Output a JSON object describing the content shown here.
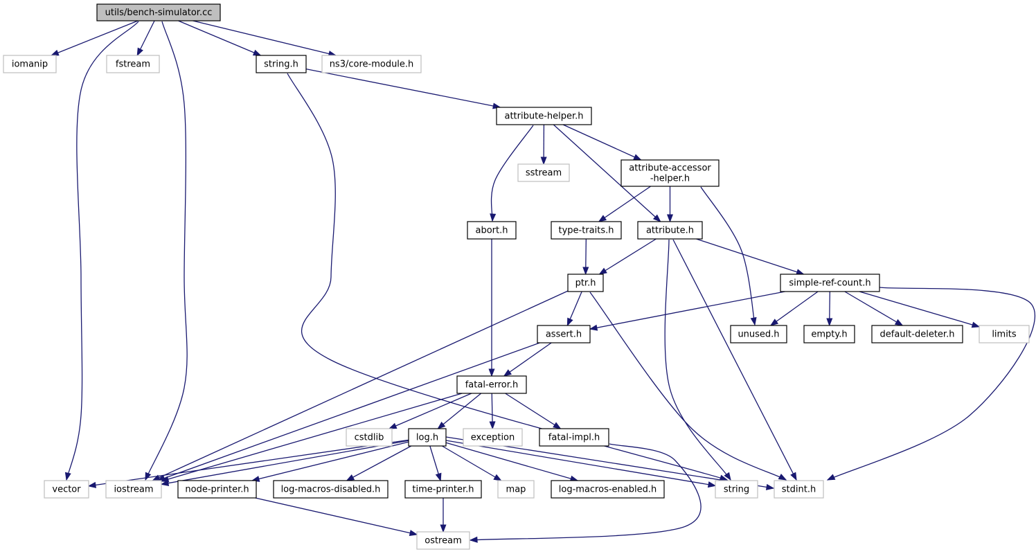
{
  "graph": {
    "colors": {
      "edge": "#191970",
      "node_border": "#000000",
      "external_border": "#bfbfbf",
      "root_fill": "#bfbfbf",
      "background": "#ffffff"
    },
    "nodes": [
      {
        "id": "bench",
        "lines": [
          "utils/bench-simulator.cc"
        ],
        "kind": "root"
      },
      {
        "id": "iomanip",
        "lines": [
          "iomanip"
        ],
        "kind": "external"
      },
      {
        "id": "fstream",
        "lines": [
          "fstream"
        ],
        "kind": "external"
      },
      {
        "id": "string_h",
        "lines": [
          "string.h"
        ],
        "kind": "file"
      },
      {
        "id": "ns3core",
        "lines": [
          "ns3/core-module.h"
        ],
        "kind": "external"
      },
      {
        "id": "attr_helper",
        "lines": [
          "attribute-helper.h"
        ],
        "kind": "file"
      },
      {
        "id": "sstream",
        "lines": [
          "sstream"
        ],
        "kind": "external"
      },
      {
        "id": "attr_acc",
        "lines": [
          "attribute-accessor",
          "-helper.h"
        ],
        "kind": "file"
      },
      {
        "id": "abort",
        "lines": [
          "abort.h"
        ],
        "kind": "file"
      },
      {
        "id": "type_traits",
        "lines": [
          "type-traits.h"
        ],
        "kind": "file"
      },
      {
        "id": "attribute",
        "lines": [
          "attribute.h"
        ],
        "kind": "file"
      },
      {
        "id": "ptr",
        "lines": [
          "ptr.h"
        ],
        "kind": "file"
      },
      {
        "id": "simple_ref",
        "lines": [
          "simple-ref-count.h"
        ],
        "kind": "file"
      },
      {
        "id": "assert",
        "lines": [
          "assert.h"
        ],
        "kind": "file"
      },
      {
        "id": "unused",
        "lines": [
          "unused.h"
        ],
        "kind": "file"
      },
      {
        "id": "empty",
        "lines": [
          "empty.h"
        ],
        "kind": "file"
      },
      {
        "id": "default_del",
        "lines": [
          "default-deleter.h"
        ],
        "kind": "file"
      },
      {
        "id": "limits",
        "lines": [
          "limits"
        ],
        "kind": "external"
      },
      {
        "id": "fatal_error",
        "lines": [
          "fatal-error.h"
        ],
        "kind": "file"
      },
      {
        "id": "cstdlib",
        "lines": [
          "cstdlib"
        ],
        "kind": "external"
      },
      {
        "id": "log",
        "lines": [
          "log.h"
        ],
        "kind": "file"
      },
      {
        "id": "exception",
        "lines": [
          "exception"
        ],
        "kind": "external"
      },
      {
        "id": "fatal_impl",
        "lines": [
          "fatal-impl.h"
        ],
        "kind": "file"
      },
      {
        "id": "vector",
        "lines": [
          "vector"
        ],
        "kind": "external"
      },
      {
        "id": "iostream",
        "lines": [
          "iostream"
        ],
        "kind": "external"
      },
      {
        "id": "node_printer",
        "lines": [
          "node-printer.h"
        ],
        "kind": "file"
      },
      {
        "id": "log_dis",
        "lines": [
          "log-macros-disabled.h"
        ],
        "kind": "file"
      },
      {
        "id": "time_printer",
        "lines": [
          "time-printer.h"
        ],
        "kind": "file"
      },
      {
        "id": "map",
        "lines": [
          "map"
        ],
        "kind": "external"
      },
      {
        "id": "log_en",
        "lines": [
          "log-macros-enabled.h"
        ],
        "kind": "file"
      },
      {
        "id": "string",
        "lines": [
          "string"
        ],
        "kind": "external"
      },
      {
        "id": "stdint",
        "lines": [
          "stdint.h"
        ],
        "kind": "external"
      },
      {
        "id": "ostream",
        "lines": [
          "ostream"
        ],
        "kind": "external"
      }
    ],
    "edges": [
      {
        "from": "bench",
        "to": "iomanip"
      },
      {
        "from": "bench",
        "to": "fstream"
      },
      {
        "from": "bench",
        "to": "string_h"
      },
      {
        "from": "bench",
        "to": "ns3core"
      },
      {
        "from": "bench",
        "to": "vector"
      },
      {
        "from": "bench",
        "to": "iostream"
      },
      {
        "from": "string_h",
        "to": "attr_helper"
      },
      {
        "from": "string_h",
        "to": "string"
      },
      {
        "from": "attr_helper",
        "to": "abort"
      },
      {
        "from": "attr_helper",
        "to": "sstream"
      },
      {
        "from": "attr_helper",
        "to": "attr_acc"
      },
      {
        "from": "attr_helper",
        "to": "attribute"
      },
      {
        "from": "attr_acc",
        "to": "type_traits"
      },
      {
        "from": "attr_acc",
        "to": "attribute"
      },
      {
        "from": "attr_acc",
        "to": "unused"
      },
      {
        "from": "abort",
        "to": "fatal_error"
      },
      {
        "from": "type_traits",
        "to": "ptr"
      },
      {
        "from": "attribute",
        "to": "ptr"
      },
      {
        "from": "attribute",
        "to": "simple_ref"
      },
      {
        "from": "attribute",
        "to": "string"
      },
      {
        "from": "attribute",
        "to": "stdint"
      },
      {
        "from": "ptr",
        "to": "assert"
      },
      {
        "from": "ptr",
        "to": "iostream"
      },
      {
        "from": "ptr",
        "to": "stdint"
      },
      {
        "from": "simple_ref",
        "to": "assert"
      },
      {
        "from": "simple_ref",
        "to": "unused"
      },
      {
        "from": "simple_ref",
        "to": "empty"
      },
      {
        "from": "simple_ref",
        "to": "default_del"
      },
      {
        "from": "simple_ref",
        "to": "limits"
      },
      {
        "from": "simple_ref",
        "to": "stdint"
      },
      {
        "from": "assert",
        "to": "fatal_error"
      },
      {
        "from": "assert",
        "to": "iostream"
      },
      {
        "from": "fatal_error",
        "to": "cstdlib"
      },
      {
        "from": "fatal_error",
        "to": "log"
      },
      {
        "from": "fatal_error",
        "to": "exception"
      },
      {
        "from": "fatal_error",
        "to": "fatal_impl"
      },
      {
        "from": "fatal_error",
        "to": "iostream"
      },
      {
        "from": "fatal_impl",
        "to": "ostream"
      },
      {
        "from": "log",
        "to": "vector"
      },
      {
        "from": "log",
        "to": "iostream"
      },
      {
        "from": "log",
        "to": "node_printer"
      },
      {
        "from": "log",
        "to": "log_dis"
      },
      {
        "from": "log",
        "to": "time_printer"
      },
      {
        "from": "log",
        "to": "map"
      },
      {
        "from": "log",
        "to": "log_en"
      },
      {
        "from": "log",
        "to": "string"
      },
      {
        "from": "log",
        "to": "stdint"
      },
      {
        "from": "node_printer",
        "to": "ostream"
      },
      {
        "from": "time_printer",
        "to": "ostream"
      }
    ]
  }
}
